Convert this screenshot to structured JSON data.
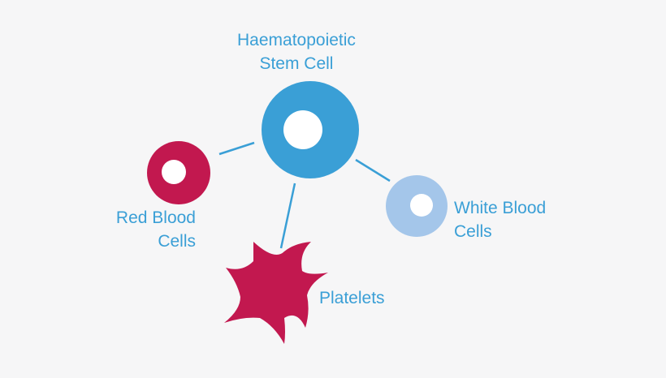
{
  "colors": {
    "background": "#f6f6f7",
    "label_text": "#3a9fd6",
    "connector": "#3a9fd6",
    "stem_cell": "#3a9fd6",
    "red_blood_cell": "#c2184f",
    "white_blood_cell": "#a4c6ea",
    "platelet": "#c2184f",
    "nucleus": "#ffffff"
  },
  "nodes": {
    "stem_cell": {
      "label_line1": "Haematopoietic",
      "label_line2": "Stem Cell",
      "icon": "stem-cell-icon"
    },
    "red_blood_cells": {
      "label_line1": "Red Blood",
      "label_line2": "Cells",
      "icon": "red-blood-cell-icon"
    },
    "white_blood_cells": {
      "label_line1": "White Blood",
      "label_line2": "Cells",
      "icon": "white-blood-cell-icon"
    },
    "platelets": {
      "label": "Platelets",
      "icon": "platelet-icon"
    }
  }
}
